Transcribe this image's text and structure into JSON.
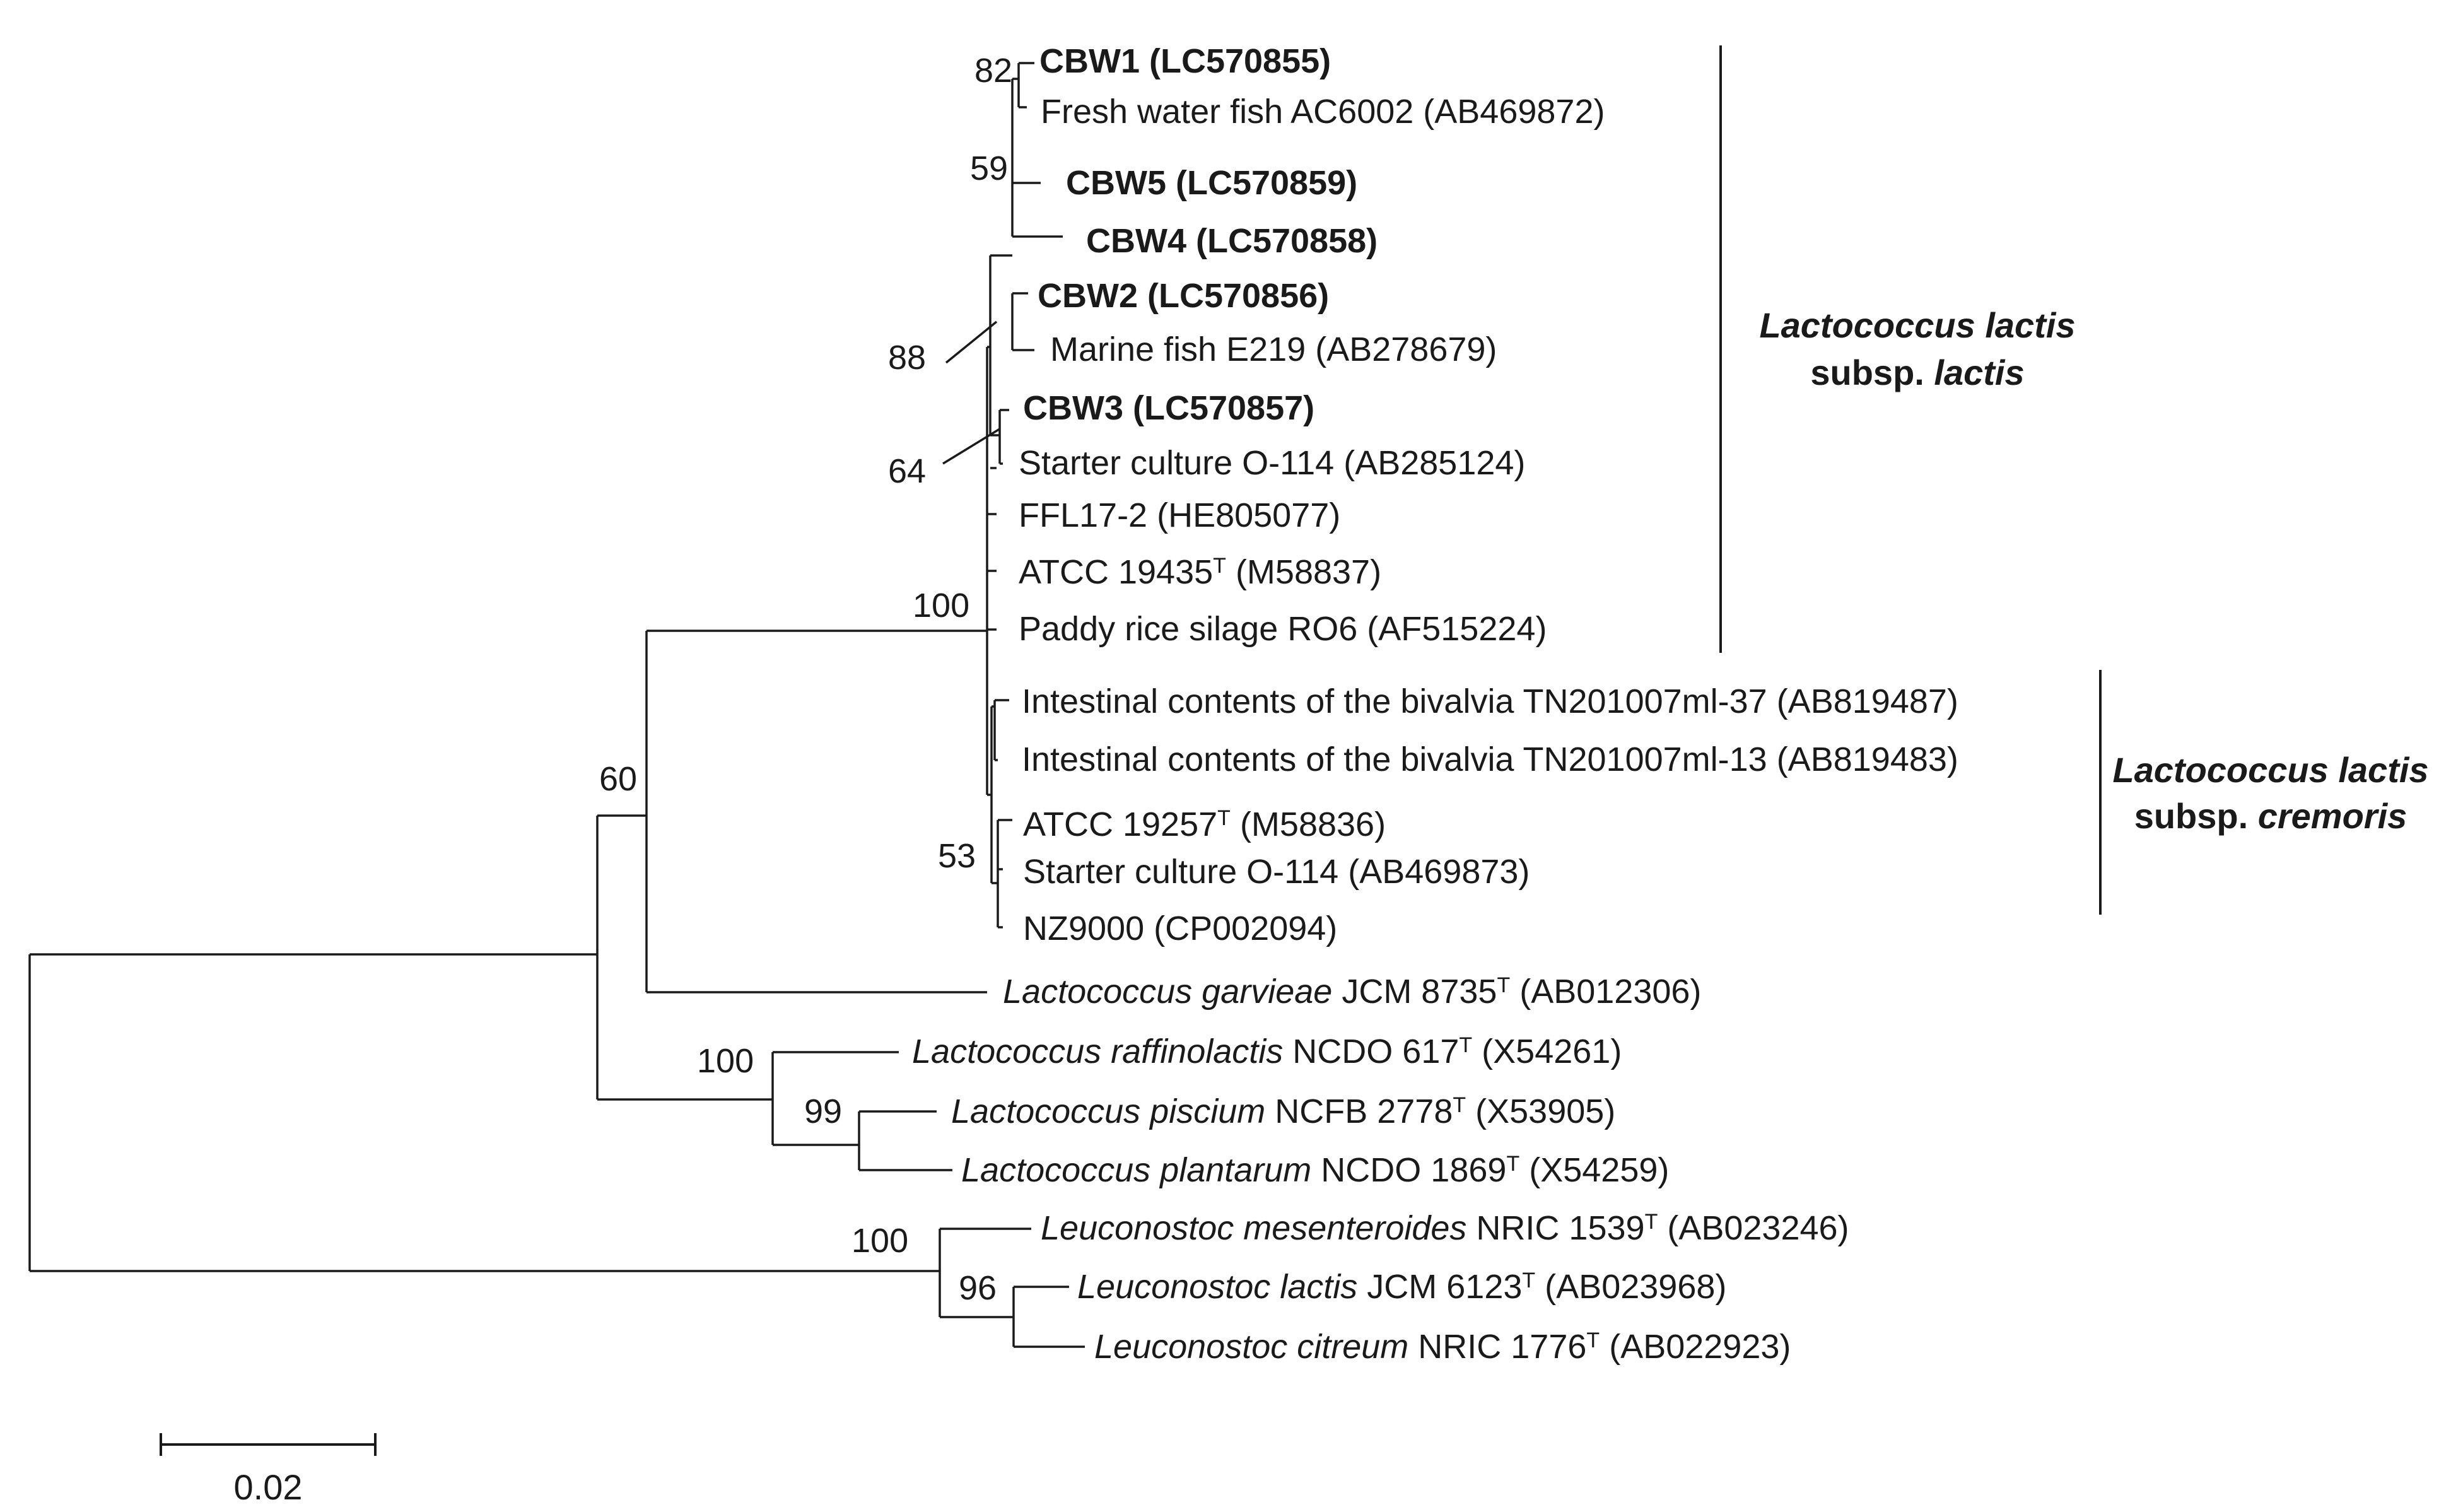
{
  "scale_bar": {
    "label": "0.02"
  },
  "bootstrap": [
    {
      "id": "b82",
      "value": "82"
    },
    {
      "id": "b59",
      "value": "59"
    },
    {
      "id": "b88",
      "value": "88"
    },
    {
      "id": "b64",
      "value": "64"
    },
    {
      "id": "b100a",
      "value": "100"
    },
    {
      "id": "b60",
      "value": "60"
    },
    {
      "id": "b53",
      "value": "53"
    },
    {
      "id": "b100b",
      "value": "100"
    },
    {
      "id": "b99",
      "value": "99"
    },
    {
      "id": "b100c",
      "value": "100"
    },
    {
      "id": "b96",
      "value": "96"
    }
  ],
  "taxa": [
    {
      "id": "cbw1",
      "parts": [
        {
          "t": "CBW1 (LC570855)",
          "bold": true
        }
      ]
    },
    {
      "id": "freshwater",
      "parts": [
        {
          "t": "Fresh water fish AC6002 (AB469872)"
        }
      ]
    },
    {
      "id": "cbw5",
      "parts": [
        {
          "t": "CBW5 (LC570859)",
          "bold": true
        }
      ]
    },
    {
      "id": "cbw4",
      "parts": [
        {
          "t": "CBW4 (LC570858)",
          "bold": true
        }
      ]
    },
    {
      "id": "cbw2",
      "parts": [
        {
          "t": "CBW2 (LC570856)",
          "bold": true
        }
      ]
    },
    {
      "id": "marine",
      "parts": [
        {
          "t": "Marine fish E219 (AB278679)"
        }
      ]
    },
    {
      "id": "cbw3",
      "parts": [
        {
          "t": "CBW3 (LC570857)",
          "bold": true
        }
      ]
    },
    {
      "id": "starter1",
      "parts": [
        {
          "t": "Starter culture O-114 (AB285124)"
        }
      ]
    },
    {
      "id": "ffl17",
      "parts": [
        {
          "t": "FFL17-2 (HE805077)"
        }
      ]
    },
    {
      "id": "atcc19435",
      "parts": [
        {
          "t": "ATCC 19435"
        },
        {
          "t": "T",
          "sup": true
        },
        {
          "t": " (M58837)"
        }
      ]
    },
    {
      "id": "paddy",
      "parts": [
        {
          "t": "Paddy rice silage RO6 (AF515224)"
        }
      ]
    },
    {
      "id": "bivalvia37",
      "parts": [
        {
          "t": "Intestinal contents of the bivalvia TN201007ml-37 (AB819487)"
        }
      ]
    },
    {
      "id": "bivalvia13",
      "parts": [
        {
          "t": "Intestinal contents of the bivalvia TN201007ml-13 (AB819483)"
        }
      ]
    },
    {
      "id": "atcc19257",
      "parts": [
        {
          "t": "ATCC 19257"
        },
        {
          "t": "T",
          "sup": true
        },
        {
          "t": " (M58836)"
        }
      ]
    },
    {
      "id": "starter2",
      "parts": [
        {
          "t": "Starter culture O-114 (AB469873)"
        }
      ]
    },
    {
      "id": "nz9000",
      "parts": [
        {
          "t": "NZ9000 (CP002094)"
        }
      ]
    },
    {
      "id": "garvieae",
      "parts": [
        {
          "t": "Lactococcus garvieae",
          "italic": true
        },
        {
          "t": " JCM 8735"
        },
        {
          "t": "T",
          "sup": true
        },
        {
          "t": " (AB012306)"
        }
      ]
    },
    {
      "id": "raffinolactis",
      "parts": [
        {
          "t": "Lactococcus raffinolactis",
          "italic": true
        },
        {
          "t": " NCDO 617"
        },
        {
          "t": "T",
          "sup": true
        },
        {
          "t": " (X54261)"
        }
      ]
    },
    {
      "id": "piscium",
      "parts": [
        {
          "t": "Lactococcus piscium",
          "italic": true
        },
        {
          "t": " NCFB 2778"
        },
        {
          "t": "T",
          "sup": true
        },
        {
          "t": " (X53905)"
        }
      ]
    },
    {
      "id": "plantarum",
      "parts": [
        {
          "t": "Lactococcus plantarum",
          "italic": true
        },
        {
          "t": " NCDO 1869"
        },
        {
          "t": "T",
          "sup": true
        },
        {
          "t": " (X54259)"
        }
      ]
    },
    {
      "id": "mesenteroides",
      "parts": [
        {
          "t": "Leuconostoc mesenteroides",
          "italic": true
        },
        {
          "t": " NRIC 1539"
        },
        {
          "t": "T",
          "sup": true
        },
        {
          "t": " (AB023246)"
        }
      ]
    },
    {
      "id": "leuclactis",
      "parts": [
        {
          "t": "Leuconostoc lactis",
          "italic": true
        },
        {
          "t": " JCM 6123"
        },
        {
          "t": "T",
          "sup": true
        },
        {
          "t": " (AB023968)"
        }
      ]
    },
    {
      "id": "citreum",
      "parts": [
        {
          "t": "Leuconostoc citreum",
          "italic": true
        },
        {
          "t": " NRIC 1776"
        },
        {
          "t": "T",
          "sup": true
        },
        {
          "t": " (AB022923)"
        }
      ]
    }
  ],
  "clades": [
    {
      "id": "lactis",
      "line1": "Lactococcus lactis",
      "line2_prefix": "subsp. ",
      "line2_name": "lactis"
    },
    {
      "id": "cremoris",
      "line1": "Lactococcus lactis",
      "line2_prefix": "subsp. ",
      "line2_name": "cremoris"
    }
  ]
}
